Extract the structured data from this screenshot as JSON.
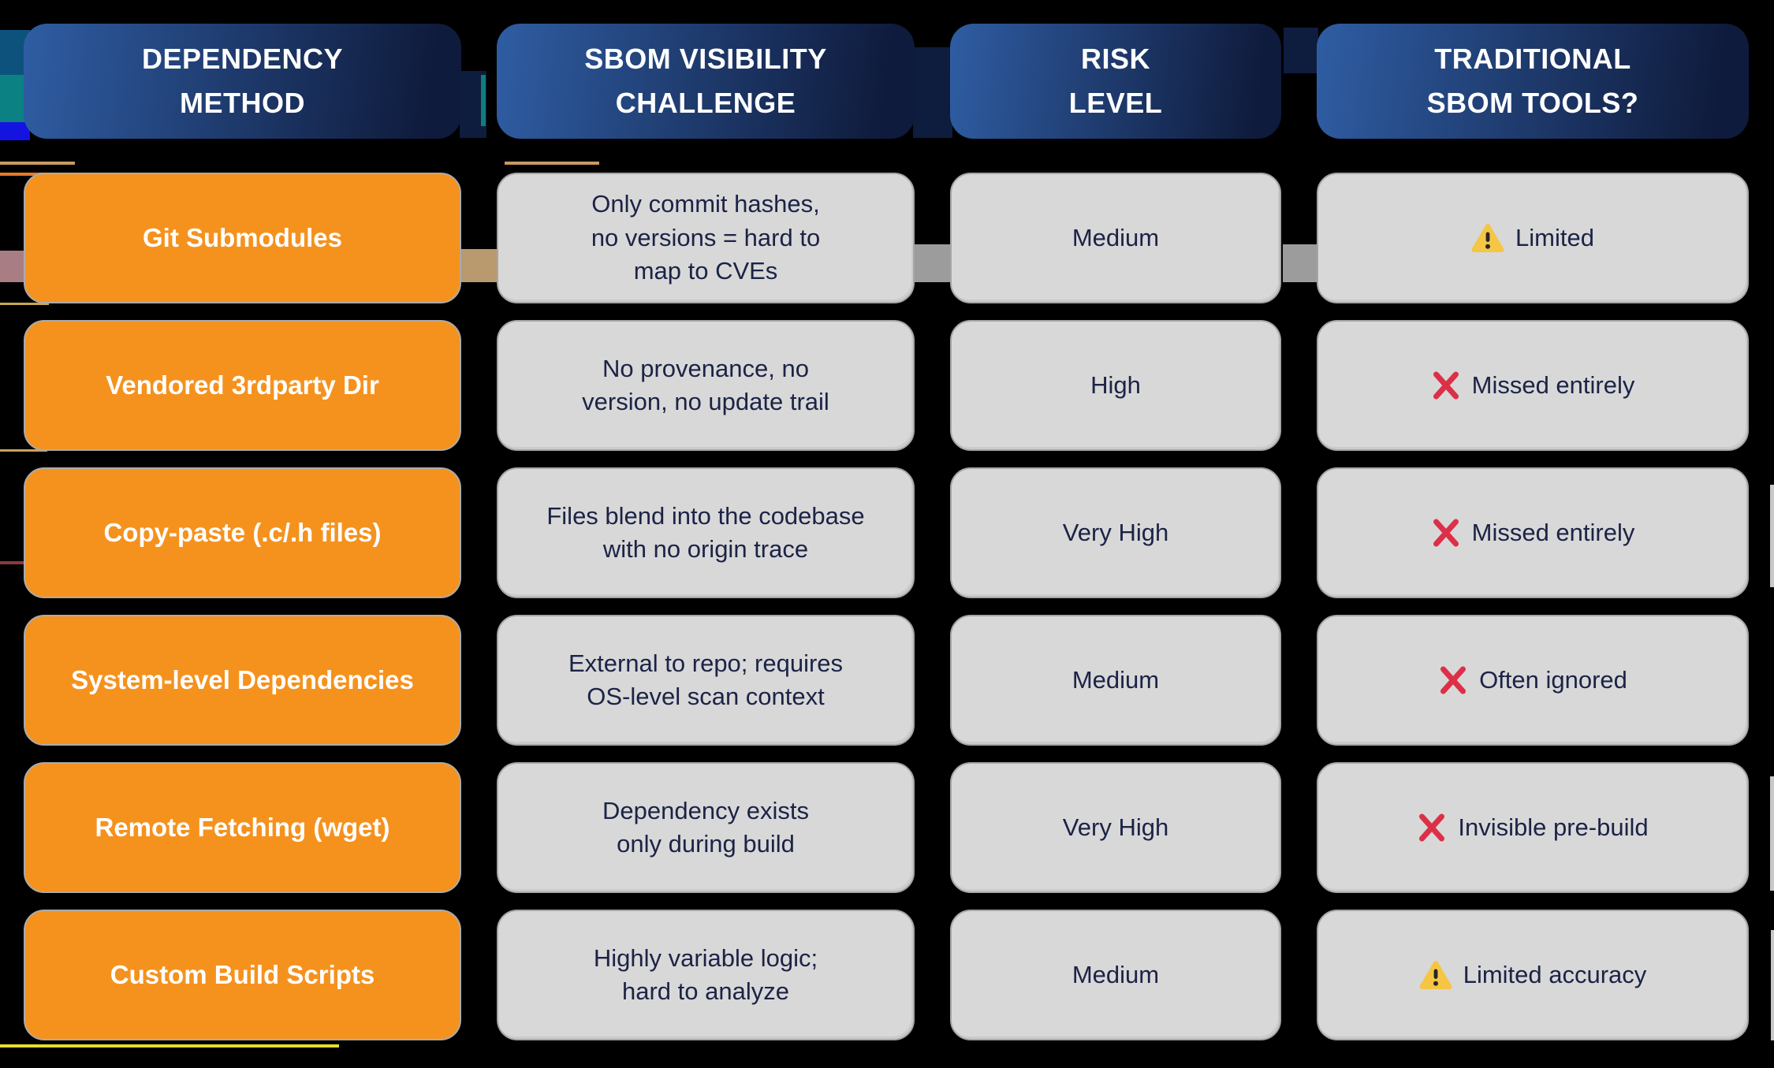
{
  "table": {
    "headers": [
      {
        "id": "dependency-method",
        "label": "DEPENDENCY\nMETHOD"
      },
      {
        "id": "sbom-visibility-challenge",
        "label": "SBOM VISIBILITY\nCHALLENGE"
      },
      {
        "id": "risk-level",
        "label": "RISK\nLEVEL"
      },
      {
        "id": "traditional-sbom-tools",
        "label": "TRADITIONAL\nSBOM TOOLS?"
      }
    ],
    "rows": [
      {
        "method": "Git Submodules",
        "challenge": "Only commit hashes,\nno versions = hard to\nmap to CVEs",
        "risk": "Medium",
        "tool_status": {
          "icon": "warning-icon",
          "label": "Limited"
        }
      },
      {
        "method": "Vendored 3rdparty Dir",
        "challenge": "No provenance, no\nversion, no update trail",
        "risk": "High",
        "tool_status": {
          "icon": "cross-icon",
          "label": "Missed entirely"
        }
      },
      {
        "method": "Copy-paste (.c/.h files)",
        "challenge": "Files blend into the codebase\nwith no origin trace",
        "risk": "Very High",
        "tool_status": {
          "icon": "cross-icon",
          "label": "Missed entirely"
        }
      },
      {
        "method": "System-level Dependencies",
        "challenge": "External to repo; requires\nOS-level scan context",
        "risk": "Medium",
        "tool_status": {
          "icon": "cross-icon",
          "label": "Often ignored"
        }
      },
      {
        "method": "Remote Fetching (wget)",
        "challenge": "Dependency exists\nonly during build",
        "risk": "Very High",
        "tool_status": {
          "icon": "cross-icon",
          "label": "Invisible pre-build"
        }
      },
      {
        "method": "Custom Build Scripts",
        "challenge": "Highly variable logic;\nhard to analyze",
        "risk": "Medium",
        "tool_status": {
          "icon": "warning-icon",
          "label": "Limited accuracy"
        }
      }
    ]
  },
  "chart_data": {
    "type": "table",
    "title": "",
    "columns": [
      "DEPENDENCY METHOD",
      "SBOM VISIBILITY CHALLENGE",
      "RISK LEVEL",
      "TRADITIONAL SBOM TOOLS?"
    ],
    "rows": [
      [
        "Git Submodules",
        "Only commit hashes, no versions = hard to map to CVEs",
        "Medium",
        "⚠ Limited"
      ],
      [
        "Vendored 3rdparty Dir",
        "No provenance, no version, no update trail",
        "High",
        "✕ Missed entirely"
      ],
      [
        "Copy-paste (.c/.h files)",
        "Files blend into the codebase with no origin trace",
        "Very High",
        "✕ Missed entirely"
      ],
      [
        "System-level Dependencies",
        "External to repo; requires OS-level scan context",
        "Medium",
        "✕ Often ignored"
      ],
      [
        "Remote Fetching (wget)",
        "Dependency exists only during build",
        "Very High",
        "✕ Invisible pre-build"
      ],
      [
        "Custom Build Scripts",
        "Highly variable logic; hard to analyze",
        "Medium",
        "⚠ Limited accuracy"
      ]
    ]
  },
  "colors": {
    "background": "#000000",
    "header_gradient_start": "#2F5DA3",
    "header_gradient_end": "#0F1B3C",
    "header_text": "#FFFFFF",
    "method_cell": "#F5921E",
    "method_text": "#FFFFFF",
    "info_cell": "#D8D8D8",
    "info_cell_border": "#A6A6A6",
    "info_text": "#1B2346",
    "warning_yellow": "#F5C544",
    "cross_red": "#DC3048"
  }
}
